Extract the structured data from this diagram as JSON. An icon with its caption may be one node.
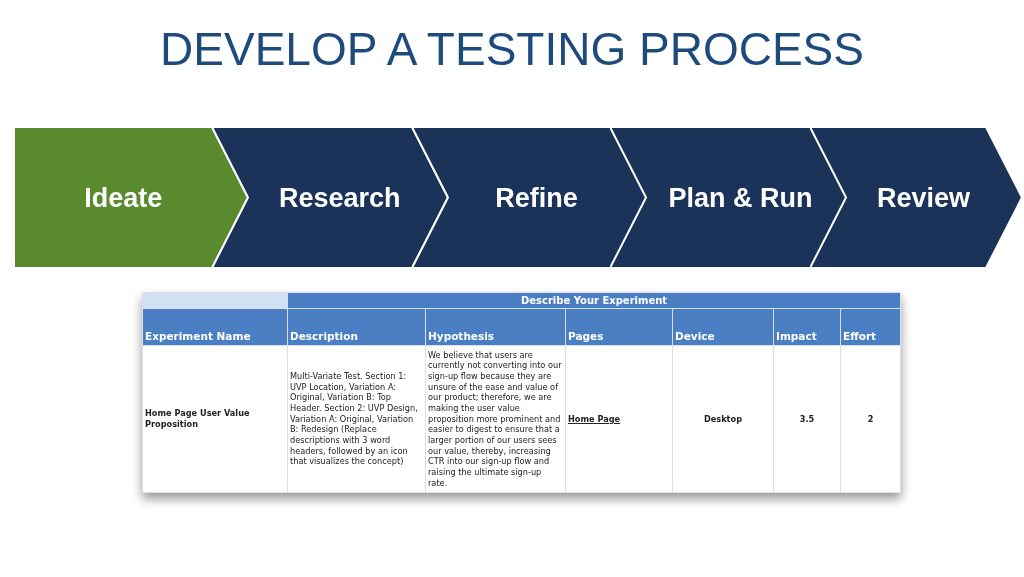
{
  "diagram": {
    "title": "DEVELOP A TESTING PROCESS",
    "nodes": [
      {
        "text": [
          "Ideate"
        ]
      },
      {
        "text": [
          "Research"
        ]
      },
      {
        "text": [
          "Refine"
        ]
      },
      {
        "text": [
          "Plan & Run"
        ]
      },
      {
        "text": [
          "Review"
        ]
      }
    ],
    "labels": [
      "Describe Your Experiment",
      "Experiment Name",
      "Description",
      "Hypothesis",
      "Pages",
      "Device",
      "Impact",
      "Effort",
      "Home Page User Value Proposition",
      "Multi-Variate Test. Section 1: UVP Location, Variation A: Original, Variation B: Top Header. Section 2: UVP Design, Variation A: Original, Variation B: Redesign (Replace descriptions with 3 word headers, followed by an icon that visualizes the concept)",
      "We believe that users are currently not converting into our sign-up flow because they are unsure of the ease and value of our product; therefore, we are making the user value proposition more prominent and easier to digest to ensure that a larger portion of our users sees our value, thereby, increasing CTR into our sign-up flow and raising the ultimate sign-up rate.",
      "Home Page",
      "Desktop",
      "3.5",
      "2"
    ]
  }
}
